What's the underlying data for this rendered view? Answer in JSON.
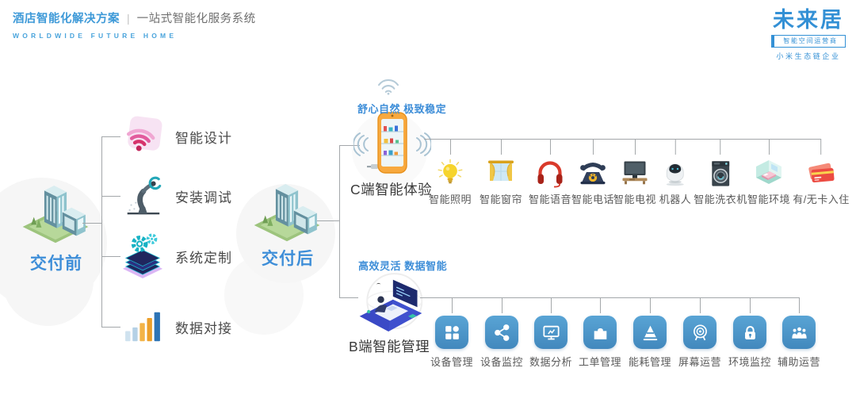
{
  "header": {
    "title": "酒店智能化解决方案",
    "separator": "|",
    "subtitle": "一站式智能化服务系统",
    "slogan_en": "WORLDWIDE FUTURE HOME"
  },
  "brand": {
    "name": "未来居",
    "badge": "智能空间运营商",
    "subtext": "小米生态链企业"
  },
  "pre_delivery": {
    "stage_label": "交付前",
    "items": [
      {
        "label": "智能设计",
        "icon": "wifi-design-icon"
      },
      {
        "label": "安装调试",
        "icon": "robot-arm-icon"
      },
      {
        "label": "系统定制",
        "icon": "gears-stack-icon"
      },
      {
        "label": "数据对接",
        "icon": "bar-chart-icon"
      }
    ]
  },
  "post_delivery": {
    "stage_label": "交付后",
    "c_side": {
      "tagline": "舒心自然 极致稳定",
      "label": "C端智能体验",
      "items": [
        {
          "label": "智能照明",
          "icon": "light-bulb-icon"
        },
        {
          "label": "智能窗帘",
          "icon": "curtain-icon"
        },
        {
          "label": "智能语音",
          "icon": "headphones-icon"
        },
        {
          "label": "智能电话",
          "icon": "telephone-icon"
        },
        {
          "label": "智能电视",
          "icon": "tv-icon"
        },
        {
          "label": "机器人",
          "icon": "robot-icon"
        },
        {
          "label": "智能洗衣机",
          "icon": "washer-icon"
        },
        {
          "label": "智能环境",
          "icon": "room-environment-icon"
        },
        {
          "label": "有/无卡入住",
          "icon": "key-cards-icon"
        }
      ]
    },
    "b_side": {
      "tagline": "高效灵活 数据智能",
      "label": "B端智能管理",
      "items": [
        {
          "label": "设备管理",
          "icon": "grid-icon"
        },
        {
          "label": "设备监控",
          "icon": "share-icon"
        },
        {
          "label": "数据分析",
          "icon": "monitor-chart-icon"
        },
        {
          "label": "工单管理",
          "icon": "puzzle-icon"
        },
        {
          "label": "能耗管理",
          "icon": "pyramid-icon"
        },
        {
          "label": "屏幕运营",
          "icon": "target-medal-icon"
        },
        {
          "label": "环境监控",
          "icon": "lock-icon"
        },
        {
          "label": "辅助运营",
          "icon": "people-icon"
        }
      ]
    }
  },
  "colors": {
    "accent_blue": "#3f9ad8",
    "stage_blue": "#3e8ed8",
    "b_icon_blue": "#4992c6",
    "line_gray": "#a3a7aa"
  }
}
